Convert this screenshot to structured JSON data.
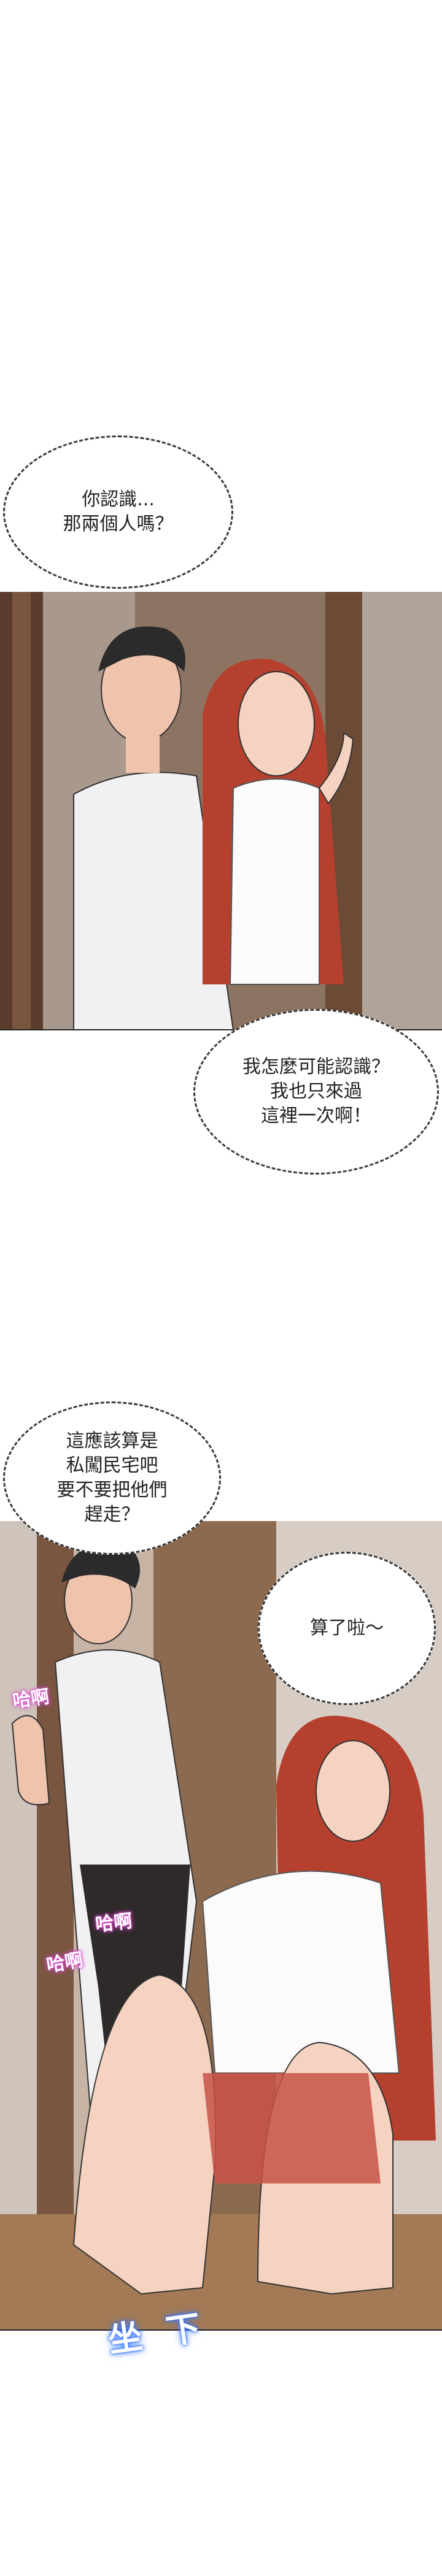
{
  "bubbles": {
    "b1": "你認識...\n那兩個人嗎？",
    "b2": "我怎麼可能認識？\n我也只來過\n這裡一次啊！",
    "b3": "這應該算是\n私闖民宅吧\n要不要把他們\n趕走？",
    "b4": "算了啦～"
  },
  "sfx": {
    "pant1": "哈啊",
    "pant2": "哈啊",
    "pant3": "哈啊",
    "sit_down": "坐  下"
  },
  "colors": {
    "wall": "#c9b8a8",
    "door_frame": "#6b4a36",
    "shirt": "#f2f2f4",
    "hair_red": "#b5402e",
    "skin": "#f4cdb8",
    "floor": "#a37a55",
    "glow_pink": "#e24bd6",
    "glow_blue": "#3b7bff"
  }
}
